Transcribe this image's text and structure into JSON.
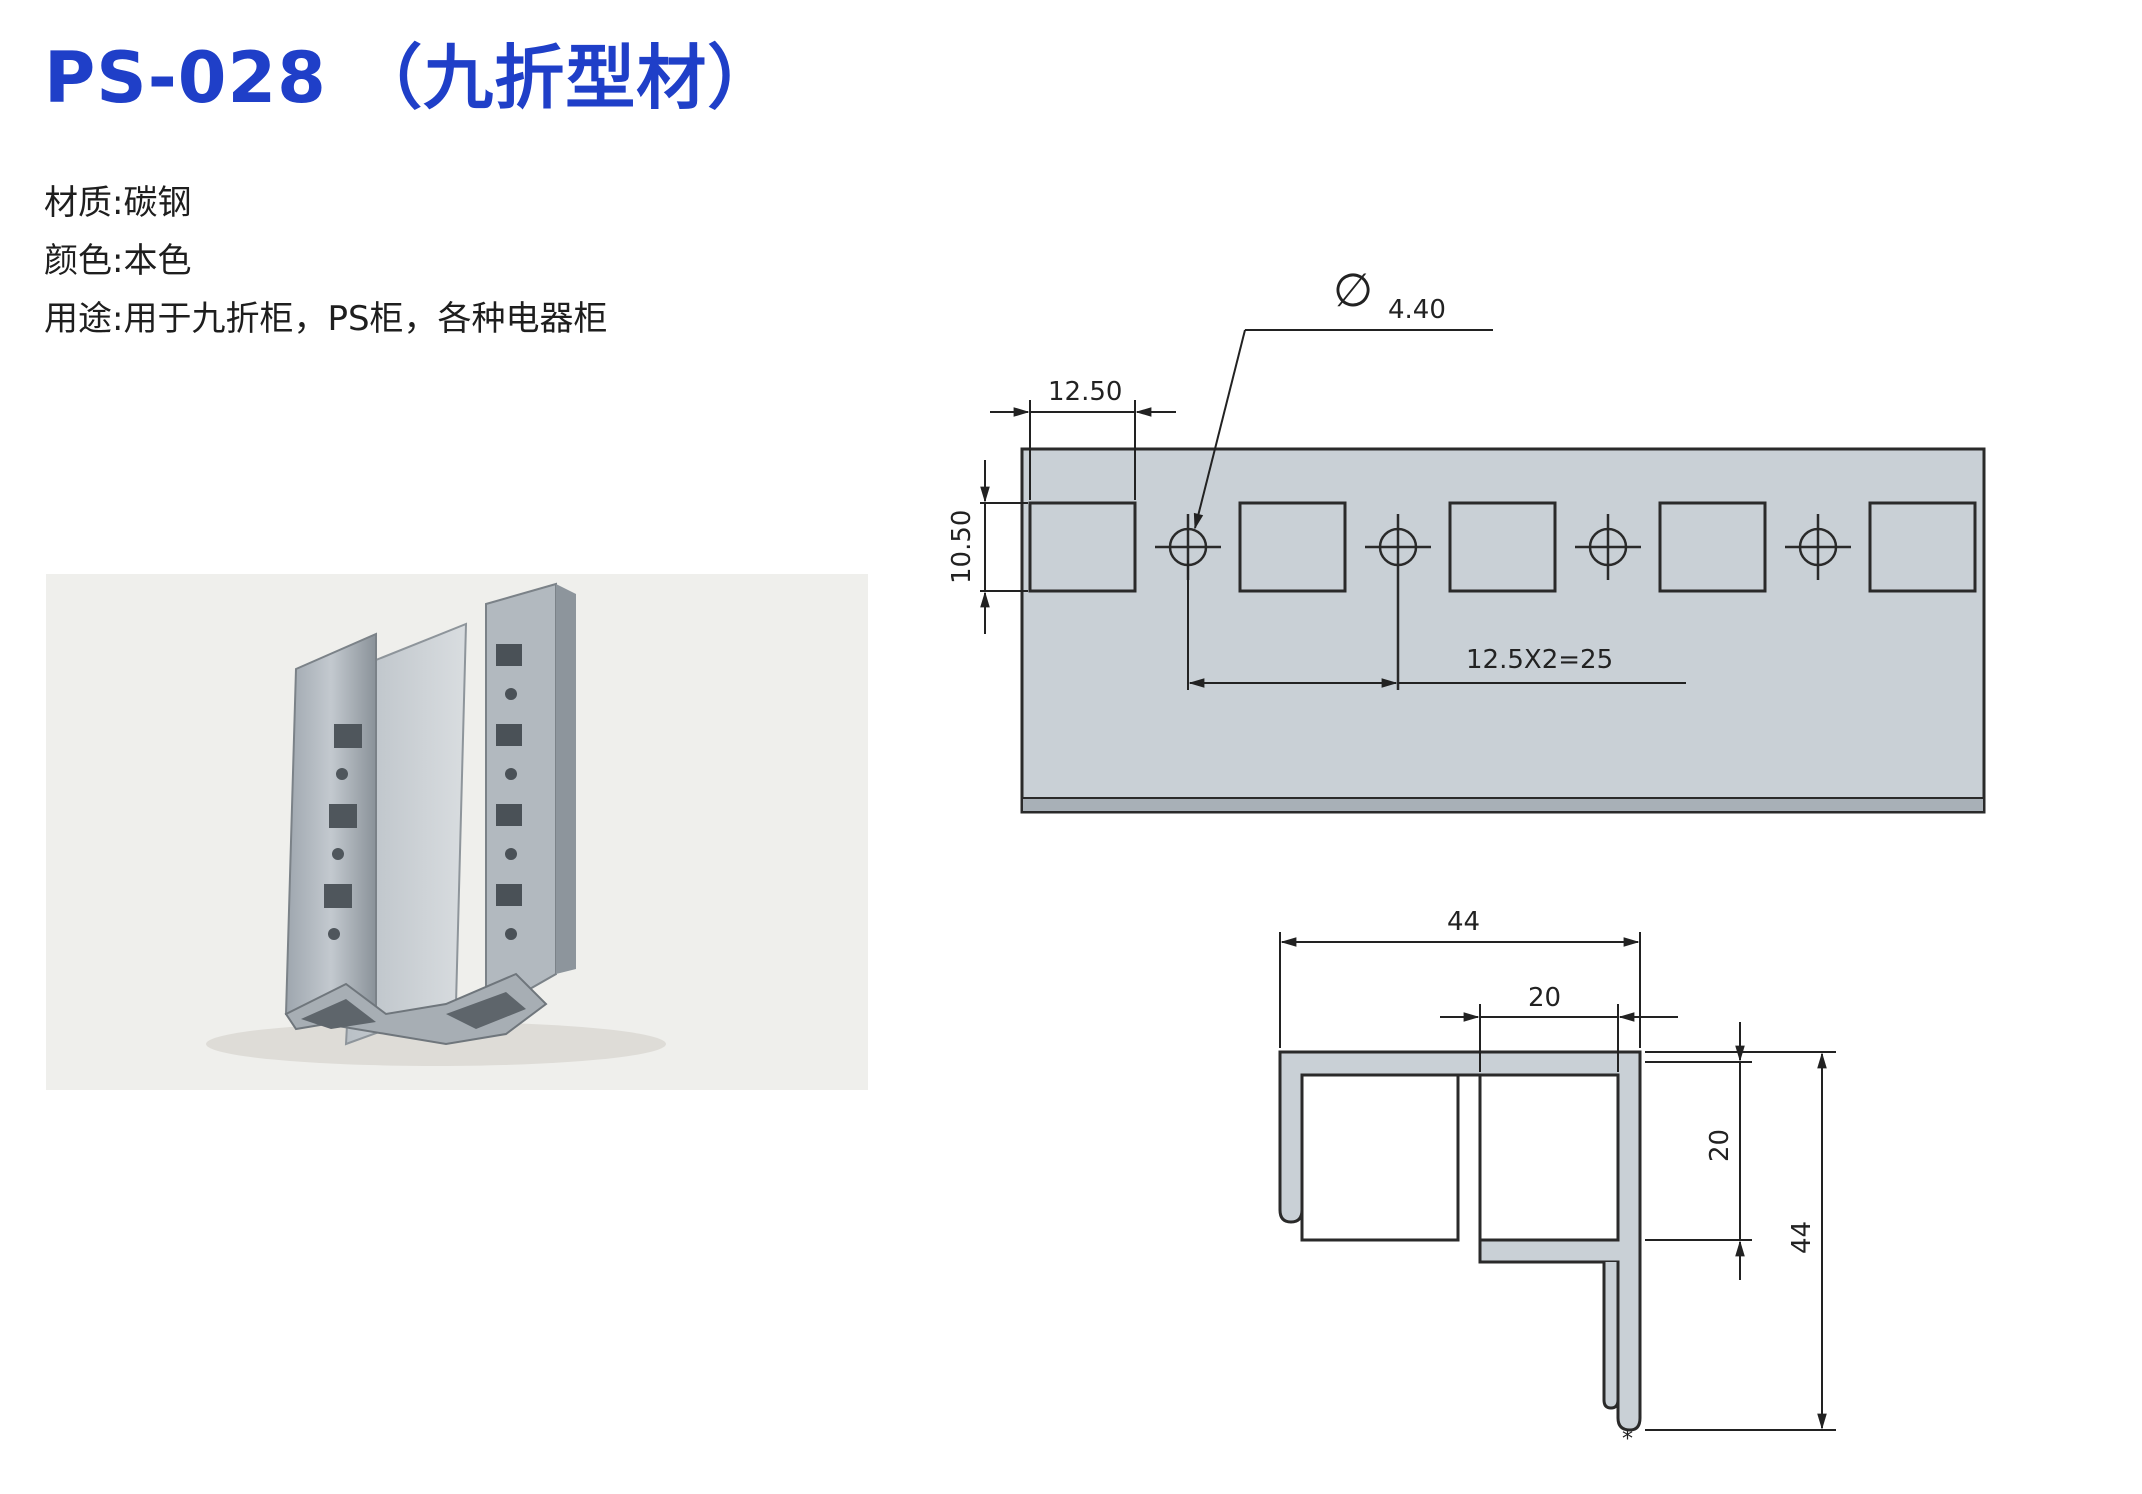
{
  "title": "PS-028 （九折型材）",
  "specs": [
    {
      "label": "材质",
      "sep": ":",
      "value": "碳钢"
    },
    {
      "label": "颜色",
      "sep": ":",
      "value": "本色"
    },
    {
      "label": "用途",
      "sep": ":",
      "value": "用于九折柜，PS柜，各种电器柜"
    }
  ],
  "drawing_front": {
    "hole_diameter_symbol": "∅",
    "hole_diameter": "4.40",
    "square_width": "12.50",
    "square_height": "10.50",
    "pitch": "12.5X2=25"
  },
  "drawing_section": {
    "overall_width": "44",
    "inner_width": "20",
    "inner_height": "20",
    "overall_height": "44"
  },
  "colors": {
    "title": "#1f3fc8",
    "metal_fill": "#c9d0d6",
    "outline": "#2a2a2a"
  }
}
